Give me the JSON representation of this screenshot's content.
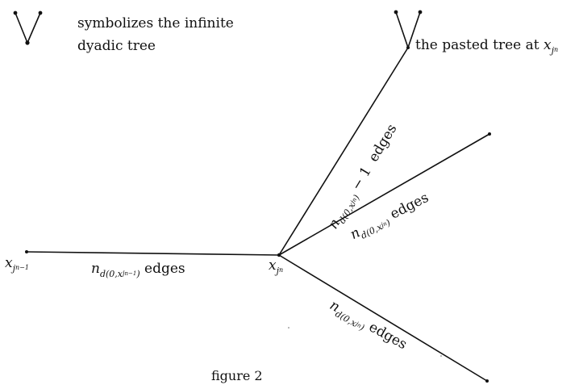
{
  "legend": {
    "line1": "symbolizes the infinite",
    "line2": "dyadic tree"
  },
  "pasted_label": "the pasted tree at",
  "vertices": {
    "left": {
      "base": "x",
      "sub": "j",
      "subsub": "n−1"
    },
    "center": {
      "base": "x",
      "sub": "j",
      "subsub": "n"
    },
    "pasted_sub": {
      "base": "x",
      "sub": "j",
      "subsub": "n"
    }
  },
  "edge_labels": {
    "horizontal": {
      "n": "n",
      "sub": "d(0,",
      "x": "x",
      "xsub": "j",
      "xsubsub": "n−1",
      "close": ")",
      "word": "edges"
    },
    "upper": {
      "n": "n",
      "sub": "d(0,",
      "x": "x",
      "xsub": "j",
      "xsubsub": "n",
      "close": ")",
      "minus": "− 1",
      "word": "edges"
    },
    "middle": {
      "n": "n",
      "sub": "d(0,",
      "x": "x",
      "xsub": "j",
      "xsubsub": "n",
      "close": ")",
      "word": "edges"
    },
    "lower": {
      "n": "n",
      "sub": "d(0,",
      "x": "x",
      "xsub": "j",
      "xsubsub": "n",
      "close": ")",
      "word": "edges"
    }
  },
  "caption": "figure 2"
}
